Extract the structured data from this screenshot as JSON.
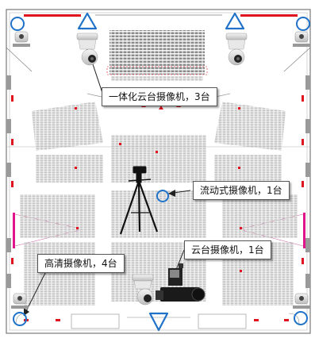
{
  "callouts": {
    "ptz_integrated": "一体化云台摄像机，3台",
    "mobile": "流动式摄像机，1台",
    "ptz": "云台摄像机，1台",
    "hd": "高清摄像机，4台"
  },
  "colors": {
    "seat": "#c4c4c4",
    "wall": "#7a7a7a",
    "accent_red": "#e0141e",
    "pink_bar": "#e0138a",
    "marker_blue": "#1f72c8",
    "callout_border": "#555555"
  },
  "icons": {
    "ptz_dome": "ptz-camera-icon",
    "hd_camera": "hd-camera-icon",
    "tripod_camera": "tripod-camera-icon",
    "position_circle": "camera-position-circle-icon",
    "position_triangle": "camera-position-triangle-icon"
  }
}
